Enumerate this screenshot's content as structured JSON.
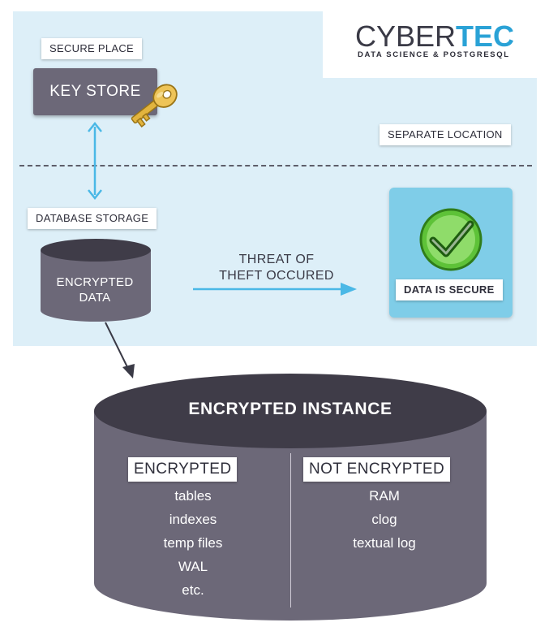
{
  "logo": {
    "brand_main": "CYBER",
    "brand_accent": "TEC",
    "tagline": "DATA SCIENCE & POSTGRESQL"
  },
  "labels": {
    "secure_place": "SECURE PLACE",
    "key_store": "KEY STORE",
    "separate_location": "SEPARATE LOCATION",
    "database_storage": "DATABASE STORAGE",
    "encrypted_data_line1": "ENCRYPTED",
    "encrypted_data_line2": "DATA",
    "threat_line1": "THREAT OF",
    "threat_line2": "THEFT OCCURED",
    "data_is_secure": "DATA IS SECURE"
  },
  "instance": {
    "title": "ENCRYPTED INSTANCE",
    "encrypted_heading": "ENCRYPTED",
    "encrypted_items": [
      "tables",
      "indexes",
      "temp files",
      "WAL",
      "etc."
    ],
    "not_encrypted_heading": "NOT ENCRYPTED",
    "not_encrypted_items": [
      "RAM",
      "clog",
      "textual log"
    ]
  },
  "colors": {
    "panel_bg": "#ddeff8",
    "cylinder_body": "#6c6878",
    "cylinder_top": "#3f3c48",
    "arrow_blue": "#4ab8e6",
    "secure_card": "#7fcde8",
    "check_green": "#5ec238",
    "key_gold": "#e2b43e",
    "brand_accent": "#2aa2d6"
  },
  "icons": [
    "key-icon",
    "checkmark-icon"
  ]
}
